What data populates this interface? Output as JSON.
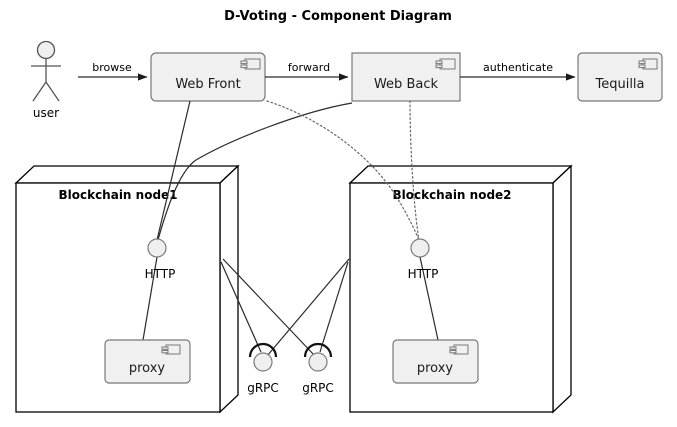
{
  "diagram": {
    "title": "D-Voting - Component Diagram",
    "type": "uml-component-diagram"
  },
  "actors": [
    {
      "id": "user",
      "label": "user",
      "icon": "stick-figure-actor-icon"
    }
  ],
  "components": [
    {
      "id": "web-front",
      "label": "Web Front",
      "icon": "uml-component-icon"
    },
    {
      "id": "web-back",
      "label": "Web Back",
      "icon": "uml-component-icon"
    },
    {
      "id": "tequilla",
      "label": "Tequilla",
      "icon": "uml-component-icon"
    },
    {
      "id": "proxy-node1",
      "label": "proxy",
      "icon": "uml-component-icon"
    },
    {
      "id": "proxy-node2",
      "label": "proxy",
      "icon": "uml-component-icon"
    }
  ],
  "nodes": [
    {
      "id": "node1",
      "label": "Blockchain node1"
    },
    {
      "id": "node2",
      "label": "Blockchain node2"
    }
  ],
  "interfaces": [
    {
      "id": "http-node1",
      "label": "HTTP",
      "style": "provided-ball"
    },
    {
      "id": "http-node2",
      "label": "HTTP",
      "style": "provided-ball"
    },
    {
      "id": "grpc-left",
      "label": "gRPC",
      "style": "ball-and-socket"
    },
    {
      "id": "grpc-right",
      "label": "gRPC",
      "style": "ball-and-socket"
    }
  ],
  "edges": [
    {
      "id": "browse",
      "label": "browse",
      "from": "user",
      "to": "web-front",
      "style": "solid-arrow"
    },
    {
      "id": "forward",
      "label": "forward",
      "from": "web-front",
      "to": "web-back",
      "style": "solid-arrow"
    },
    {
      "id": "authenticate",
      "label": "authenticate",
      "from": "web-back",
      "to": "tequilla",
      "style": "solid-arrow"
    },
    {
      "id": "front-to-node1-http",
      "label": "",
      "from": "web-front",
      "to": "http-node1",
      "style": "solid"
    },
    {
      "id": "back-to-node1-http",
      "label": "",
      "from": "web-back",
      "to": "http-node1",
      "style": "solid"
    },
    {
      "id": "front-to-node2-http",
      "label": "",
      "from": "web-front",
      "to": "http-node2",
      "style": "dotted"
    },
    {
      "id": "back-to-node2-http",
      "label": "",
      "from": "web-back",
      "to": "http-node2",
      "style": "dotted"
    },
    {
      "id": "http1-to-proxy1",
      "label": "",
      "from": "http-node1",
      "to": "proxy-node1",
      "style": "solid"
    },
    {
      "id": "http2-to-proxy2",
      "label": "",
      "from": "http-node2",
      "to": "proxy-node2",
      "style": "solid"
    },
    {
      "id": "node1-to-grpc-left",
      "label": "",
      "from": "node1",
      "to": "grpc-left",
      "style": "solid"
    },
    {
      "id": "node1-to-grpc-right",
      "label": "",
      "from": "node1",
      "to": "grpc-right",
      "style": "solid"
    },
    {
      "id": "node2-to-grpc-left",
      "label": "",
      "from": "node2",
      "to": "grpc-left",
      "style": "solid"
    },
    {
      "id": "node2-to-grpc-right",
      "label": "",
      "from": "node2",
      "to": "grpc-right",
      "style": "solid"
    }
  ],
  "colors": {
    "component_fill": "#F0F0F0",
    "component_border": "#787878",
    "node_border": "#000000",
    "background": "#FFFFFF",
    "line": "#2A2A2A"
  }
}
